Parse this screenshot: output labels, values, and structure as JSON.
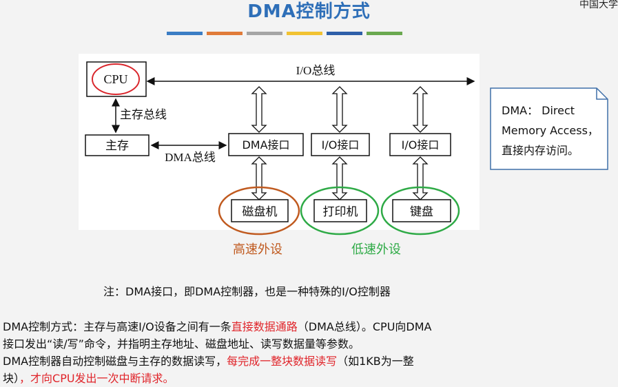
{
  "slide": {
    "title": "DMA控制方式",
    "corner_text": "中国大学",
    "color_bars": [
      "#3b7dc4",
      "#e07b39",
      "#a5a5a5",
      "#f1c232",
      "#2e5fa8",
      "#6aa84f"
    ]
  },
  "diagram": {
    "cpu_label": "CPU",
    "io_bus_label": "I/O总线",
    "main_bus_label": "主存总线",
    "memory_label": "主存",
    "dma_bus_label": "DMA总线",
    "dma_interface_label": "DMA接口",
    "io_interface_1_label": "I/O接口",
    "io_interface_2_label": "I/O接口",
    "disk_label": "磁盘机",
    "printer_label": "打印机",
    "keyboard_label": "键盘",
    "high_speed_label": "高速外设",
    "low_speed_label": "低速外设",
    "colors": {
      "high_speed": "#c05a1f",
      "low_speed": "#2eaa46",
      "cpu_circle": "#d9252b"
    }
  },
  "callout": {
    "lines": [
      "DMA： Direct",
      "Memory Access，",
      "直接内存访问。"
    ]
  },
  "note": "注：DMA接口，即DMA控制器，也是一种特殊的I/O控制器",
  "paragraph": {
    "line1_a": "DMA控制方式：主存与高速I/O设备之间有一条",
    "line1_red": "直接数据通路",
    "line1_b": "（DMA总线）。CPU向DMA",
    "line2": "接口发出“读/写”命令，并指明主存地址、磁盘地址、读写数据量等参数。",
    "line3_a": "DMA控制器自动控制磁盘与主存的数据读写，",
    "line3_red": "每完成一整块数据读写",
    "line3_b": "（如1KB为一整",
    "line4_a": "块）",
    "line4_red": "，才向CPU发出一次中断请求。"
  }
}
